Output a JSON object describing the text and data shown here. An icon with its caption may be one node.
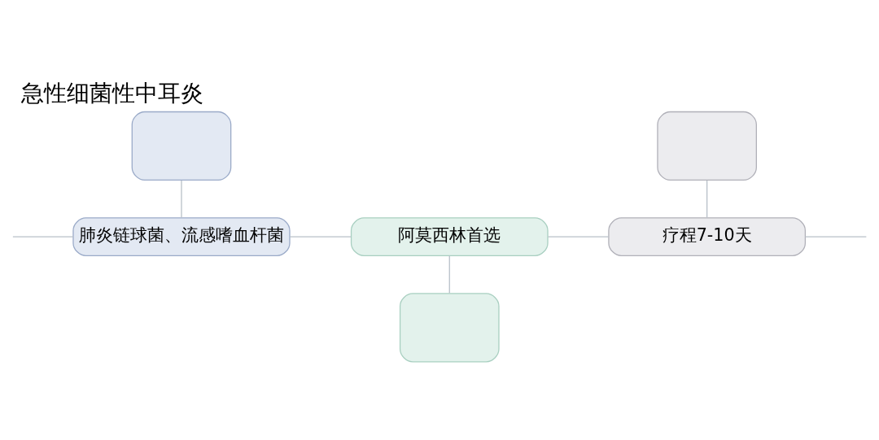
{
  "diagram": {
    "title": "急性细菌性中耳炎",
    "nodes": [
      {
        "text": [],
        "shape": "box"
      },
      {
        "text": [
          "肺炎链球菌、流感嗜血杆菌"
        ]
      },
      {
        "text": [
          "阿莫西林首选"
        ]
      },
      {
        "text": [],
        "shape": "box"
      },
      {
        "text": [],
        "shape": "box"
      },
      {
        "text": [
          "疗程7-10天"
        ]
      }
    ],
    "edges": [
      {
        "from": null,
        "to": 1,
        "arrow": "none"
      },
      {
        "from": 0,
        "to": 1,
        "arrow": "none"
      },
      {
        "from": 1,
        "to": 2,
        "arrow": "none"
      },
      {
        "from": 2,
        "to": 3,
        "arrow": "none"
      },
      {
        "from": 2,
        "to": 5,
        "arrow": "none"
      },
      {
        "from": 4,
        "to": 5,
        "arrow": "none"
      },
      {
        "from": 5,
        "to": null,
        "arrow": "none"
      }
    ]
  }
}
